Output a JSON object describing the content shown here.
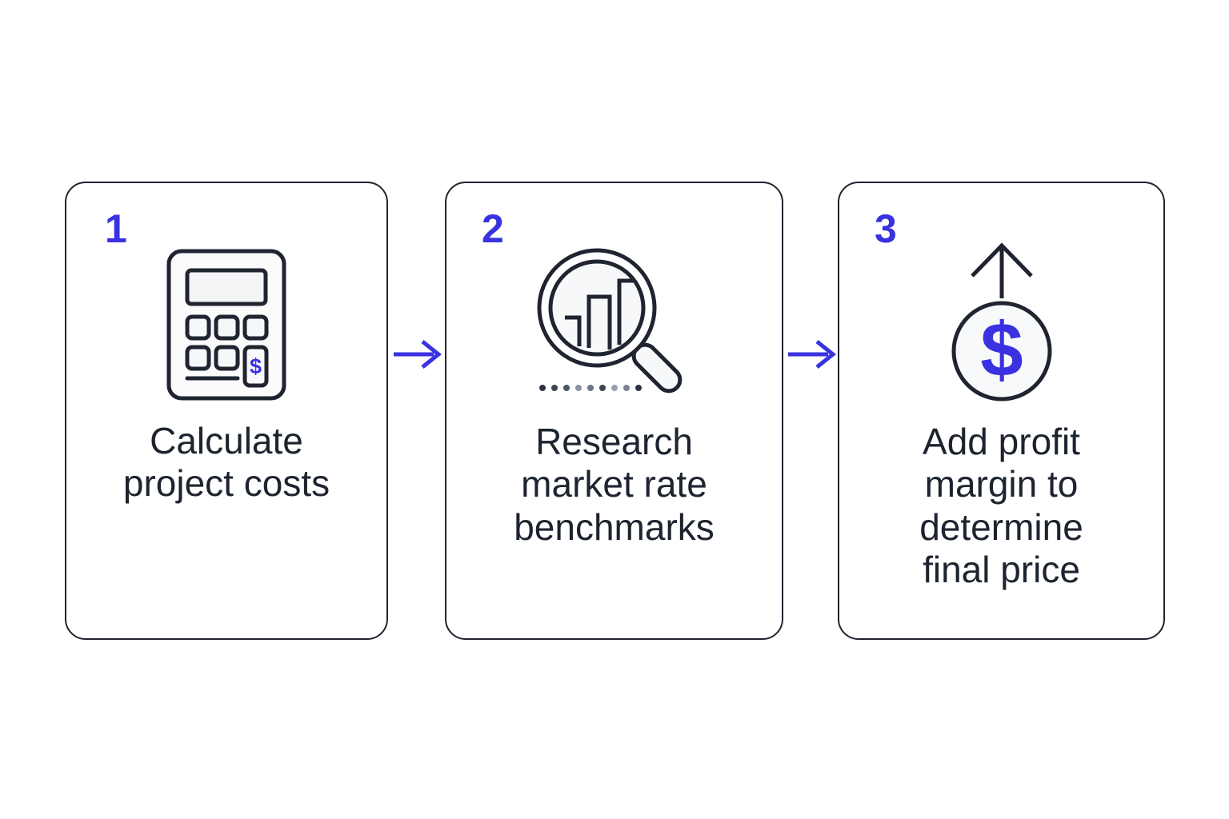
{
  "diagram": {
    "type": "process-flow",
    "orientation": "horizontal",
    "background_color": "#ffffff",
    "accent_color": "#3a32e0",
    "ink_color": "#1f2430",
    "text_color": "#1d2430",
    "steps": [
      {
        "number": "1",
        "label": "Calculate\nproject costs",
        "icon": "calculator-icon",
        "icon_parts": {
          "display": "calculator-display",
          "keys": 5,
          "accent_key": "$",
          "bottom_rule": true
        }
      },
      {
        "number": "2",
        "label": "Research\nmarket rate\nbenchmarks",
        "icon": "magnifying-glass-bar-chart-icon",
        "icon_parts": {
          "bars": 3,
          "handle": "magnifier-handle",
          "dotted_rule_dots": 9
        }
      },
      {
        "number": "3",
        "label": "Add profit\nmargin to\ndetermine\nfinal price",
        "icon": "dollar-coin-up-arrow-icon",
        "icon_parts": {
          "arrow": "up-arrow",
          "coin_symbol": "$"
        }
      }
    ],
    "connectors": [
      {
        "from": "1",
        "to": "2",
        "glyph": "arrow-right",
        "color": "#3a32e0"
      },
      {
        "from": "2",
        "to": "3",
        "glyph": "arrow-right",
        "color": "#3a32e0"
      }
    ]
  }
}
